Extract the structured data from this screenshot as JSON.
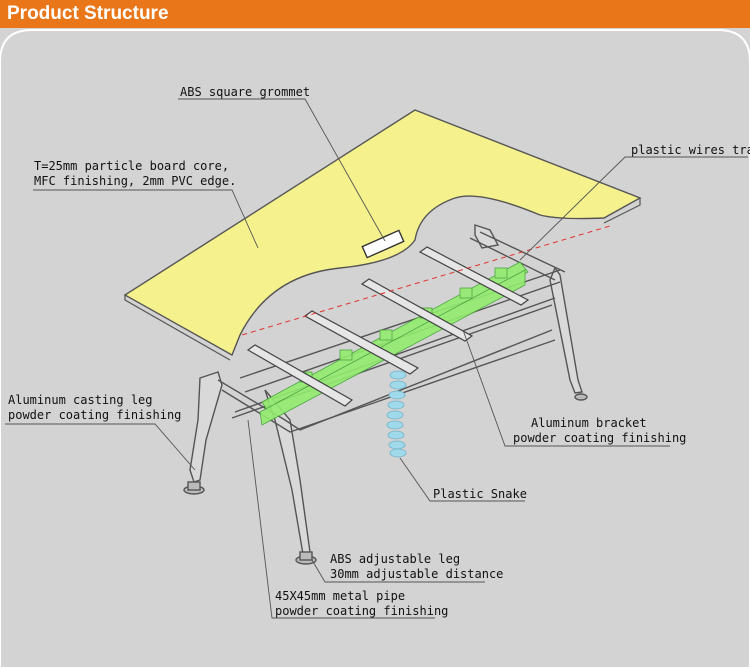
{
  "header": {
    "title": "Product Structure"
  },
  "labels": {
    "grommet": "ABS square grommet",
    "board": [
      "T=25mm particle board core,",
      "MFC finishing, 2mm PVC edge."
    ],
    "wires_tray": "plastic wires tray",
    "casting_leg": [
      "Aluminum casting leg",
      "powder coating finishing"
    ],
    "bracket": [
      "Aluminum bracket",
      "powder coating finishing"
    ],
    "snake": "Plastic Snake",
    "adj_leg": [
      "ABS adjustable leg",
      "30mm adjustable distance"
    ],
    "pipe": [
      "45X45mm metal pipe",
      "powder coating finishing"
    ]
  },
  "colors": {
    "header": "#e9771a",
    "background": "#d3d3d3",
    "tabletop": "#f5f18c",
    "tray": "#93ec6f",
    "snake": "#9fd9ea",
    "dash": "#e0322e"
  }
}
